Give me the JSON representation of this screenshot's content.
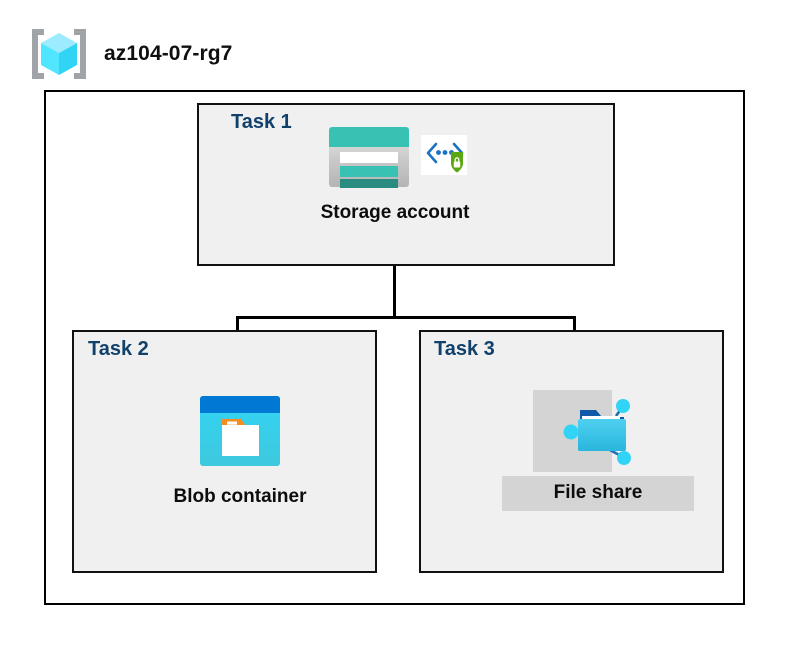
{
  "header": {
    "icon": "resource-group-icon",
    "title": "az104-07-rg7"
  },
  "diagram": {
    "type": "azure-architecture",
    "boundary_name": "resource-group-boundary",
    "tasks": [
      {
        "id": "task1",
        "label": "Task 1",
        "node": {
          "caption": "Storage account",
          "primary_icon": "storage-account-icon",
          "secondary_icon": "secure-endpoint-icon",
          "highlighted": false
        }
      },
      {
        "id": "task2",
        "label": "Task 2",
        "node": {
          "caption": "Blob container",
          "primary_icon": "blob-container-icon",
          "secondary_icon": "",
          "highlighted": false
        }
      },
      {
        "id": "task3",
        "label": "Task 3",
        "node": {
          "caption": "File share",
          "primary_icon": "file-share-icon",
          "secondary_icon": "",
          "highlighted": true
        }
      }
    ],
    "connections": [
      {
        "from": "Storage account",
        "to": "Blob container"
      },
      {
        "from": "Storage account",
        "to": "File share"
      }
    ]
  },
  "colors": {
    "task_label": "#11406b",
    "caption": "#0d0d0d",
    "box_fill": "#f0f0f0",
    "box_border": "#111111",
    "boundary_border": "#000000",
    "connector": "#000000",
    "highlight": "#d4d4d4",
    "storage_teal": "#37c2b4",
    "storage_teal_dark": "#2a8c80",
    "blob_blue": "#0078d4",
    "blob_cyan": "#32d4f5",
    "blob_orange": "#f78d1e",
    "shield_green": "#5aa811",
    "bracket_gray": "#a0a4a8",
    "cube_blue": "#50e6ff"
  }
}
